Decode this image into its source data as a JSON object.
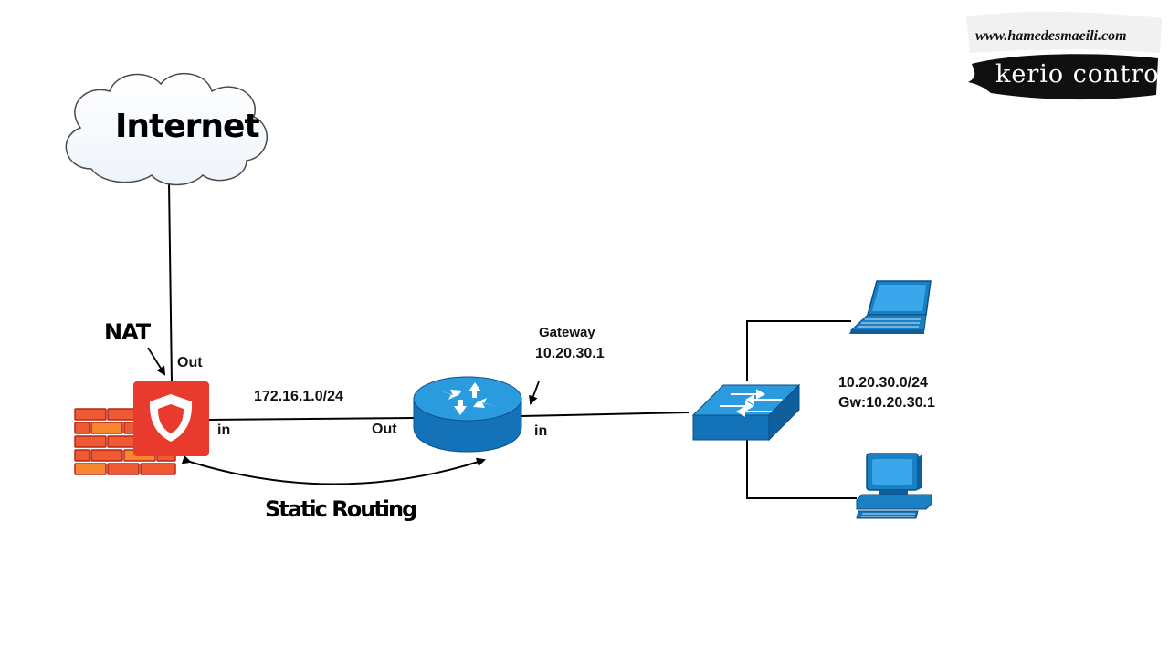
{
  "branding": {
    "website": "www.hamedesmaeili.com",
    "product": "kerio control"
  },
  "nodes": {
    "internet": {
      "label": "Internet"
    },
    "firewall": {
      "icon": "kerio-shield-icon",
      "color": "#e83b2e"
    },
    "router": {
      "icon": "router-icon",
      "color": "#1b8ad0"
    },
    "switch": {
      "icon": "switch-icon",
      "color": "#1b8ad0"
    },
    "laptop": {
      "icon": "laptop-icon"
    },
    "desktop": {
      "icon": "desktop-computer-icon"
    }
  },
  "labels": {
    "nat": "NAT",
    "firewall_out": "Out",
    "firewall_in": "in",
    "wan_subnet": "172.16.1.0/24",
    "router_out": "Out",
    "router_in": "in",
    "gateway_title": "Gateway",
    "gateway_ip": "10.20.30.1",
    "lan_subnet": "10.20.30.0/24",
    "lan_gw": "Gw:10.20.30.1",
    "static_routing": "Static Routing"
  }
}
